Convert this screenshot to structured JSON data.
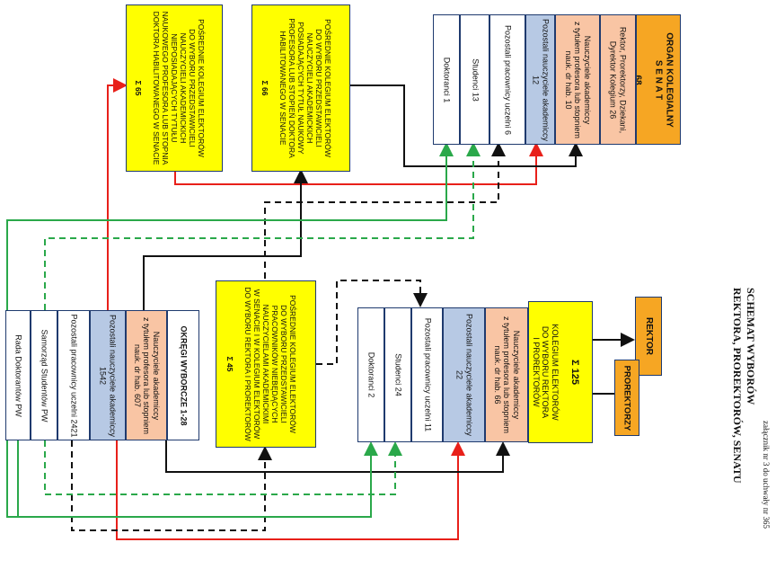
{
  "header": {
    "attachment": "załącznik nr 3 do uchwały nr 365",
    "title_line1": "SCHEMAT WYBORÓW",
    "title_line2": "REKTORA, PROREKTORÓW, SENATU"
  },
  "senat": {
    "organ": "ORGAN KOLEGIALNY\nS E N A T",
    "total": "68",
    "rows": [
      "Rektor, Prorektorzy, Dziekani,\nDyrektor Kolegium 26",
      "Nauczyciele akademiccy\nz tytułem profesora lub stopniem\nnauk. dr hab. 10",
      "Pozostali nauczyciele akademiccy\n12",
      "Pozostali pracownicy uczelni 6",
      "Studenci 13",
      "Doktoranci 1"
    ]
  },
  "electors_prof": {
    "text": "POŚREDNIE KOLEGIUM ELEKTORÓW\nDO WYBORU PRZEDSTAWICIELI\nNAUCZYCIELI AKADEMICKICH\nNIEPOSIADAJĄCYCH TYTUŁU\nNAUKOWEGO PROFESORA LUB STOPNIA\nDOKTORA HABILITOWANEGO W SENACIE",
    "total": "Σ 65"
  },
  "electors_hab": {
    "text": "POŚREDNIE KOLEGIUM ELEKTORÓW\nDO WYBORU PRZEDSTAWICIELI\nNAUCZYCIELI AKADEMICKICH\nPOSIADAJĄCYCH TYTUŁ NAUKOWY\nPROFESORA LUB STOPIEŃ DOKTORA\nHABILITOWANEGO W SENACIE",
    "total": "Σ 66"
  },
  "electors_staff": {
    "text": "POŚREDNIE KOLEGIUM ELEKTORÓW\nDO WYBORU PRZEDSTAWICIELI\nPRACOWNIKÓW NIEBĘDĄCYCH\nNAUCZYCIELAMI AKADEMICKIMI\nW SENACIE I W KOLEGIUM ELEKTORÓW\nDO WYBORU REKTORA I PROREKTORÓW",
    "total": "Σ 45"
  },
  "kolegium": {
    "total": "Σ 125",
    "text": "KOLEGIUM ELEKTORÓW\nDO WYBORU REKTORA\nI PROREKTORÓW",
    "rows": [
      "Nauczyciele akademiccy\nz tytułem profesora lub stopniem\nnauk. dr hab. 66",
      "Pozostali nauczyciele akademiccy\n22",
      "Pozostali pracownicy uczelni 11",
      "Studenci 24",
      "Doktoranci 2"
    ]
  },
  "districts": {
    "title": "OKRĘGI WYBORCZE 1-28",
    "rows": [
      "Nauczyciele akademiccy\nz tytułem profesora lub stopniem\nnauk. dr hab. 607",
      "Pozostali nauczyciele akademiccy\n1542",
      "Pozostali pracownicy uczelni 2421",
      "Samorząd Studentów PW",
      "Rada Doktorantów PW"
    ]
  },
  "outputs": {
    "rektor": "REKTOR",
    "prorektorzy": "PROREKTORZY"
  },
  "colors": {
    "red": "#e8201a",
    "black": "#111111",
    "green": "#2aa84a",
    "yellow": "#ffff00",
    "orange": "#f6a623",
    "blue": "#b7c9e4",
    "peach": "#f9c5a4"
  }
}
